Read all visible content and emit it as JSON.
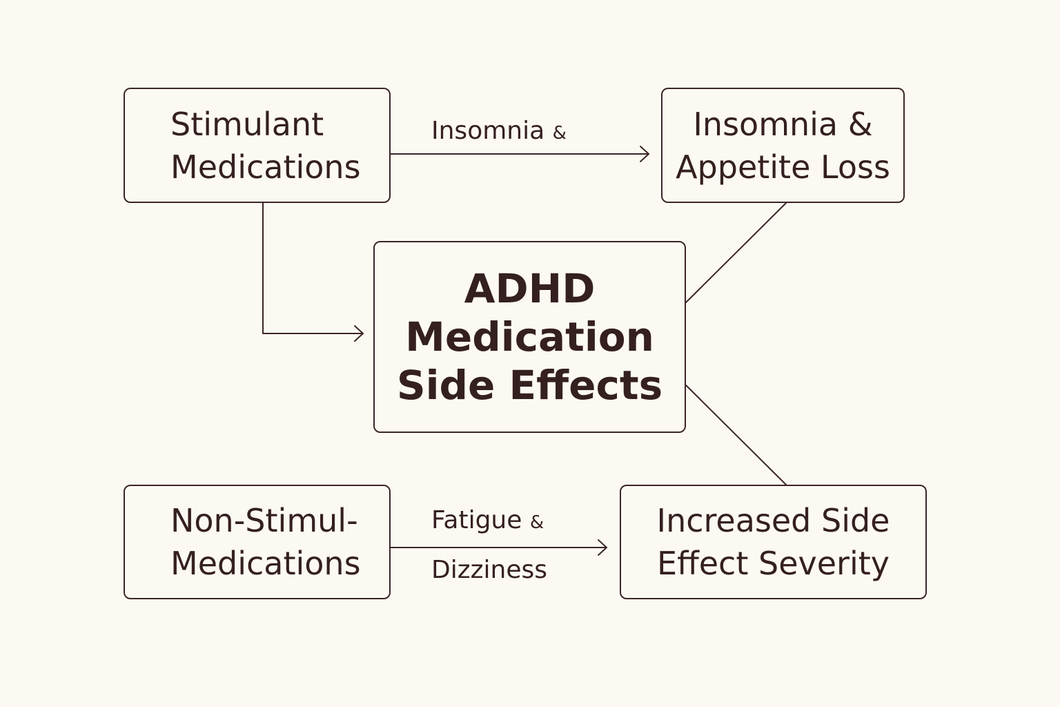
{
  "colors": {
    "background": "#fcf9f3",
    "ink": "#34201f",
    "stroke": "#3a2524"
  },
  "nodes": {
    "stimulant": [
      "Stimulant",
      "Medications"
    ],
    "insomnia": [
      "Insomnia &",
      "Appetite Loss"
    ],
    "center": [
      "ADHD",
      "Medication",
      "Side Effects"
    ],
    "nonstimulant": [
      "Non-Stimul-",
      "Medications"
    ],
    "severity": [
      "Increased Side",
      "Effect Severity"
    ]
  },
  "edge_labels": {
    "top": {
      "text": "Insomnia",
      "amp": "&"
    },
    "bottom": {
      "line1": "Fatigue",
      "amp": "&",
      "line2": "Dizziness"
    }
  }
}
